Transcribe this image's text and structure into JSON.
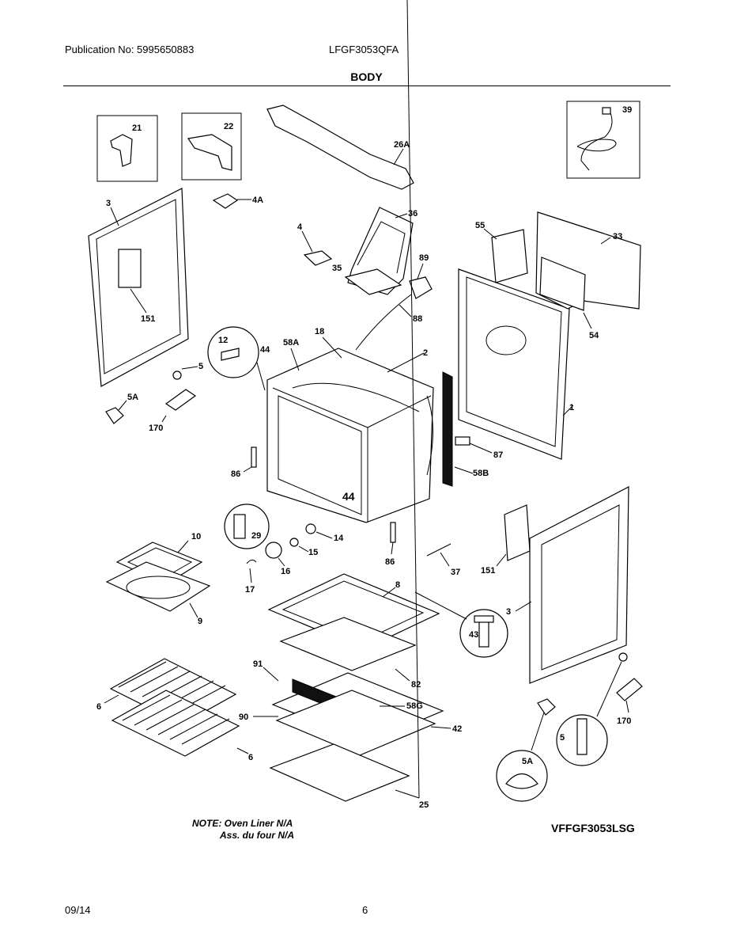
{
  "header": {
    "publication": "Publication No: 5995650883",
    "model": "LFGF3053QFA",
    "section": "BODY"
  },
  "callouts": {
    "c21": "21",
    "c22": "22",
    "c26A": "26A",
    "c39": "39",
    "c3a": "3",
    "c4A": "4A",
    "c36": "36",
    "c4": "4",
    "c35": "35",
    "c89": "89",
    "c55": "55",
    "c33": "33",
    "c151a": "151",
    "c88": "88",
    "c54": "54",
    "c12": "12",
    "c44a": "44",
    "c58A": "58A",
    "c18": "18",
    "c2": "2",
    "c5a": "5",
    "c5Aa": "5A",
    "c170a": "170",
    "c1": "1",
    "c87": "87",
    "c86a": "86",
    "c44b": "44",
    "c58B": "58B",
    "c29": "29",
    "c14": "14",
    "c10": "10",
    "c15": "15",
    "c16": "16",
    "c17": "17",
    "c86b": "86",
    "c37": "37",
    "c151b": "151",
    "c9": "9",
    "c8": "8",
    "c3b": "3",
    "c43": "43",
    "c91": "91",
    "c82": "82",
    "c6a": "6",
    "c58G": "58G",
    "c90": "90",
    "c42": "42",
    "c6b": "6",
    "c25": "25",
    "c5b": "5",
    "c5Ab": "5A",
    "c170b": "170"
  },
  "notes": {
    "line1": "NOTE: Oven Liner N/A",
    "line2": "Ass. du four N/A"
  },
  "diagram_code": "VFFGF3053LSG",
  "footer": {
    "date": "09/14",
    "page": "6"
  }
}
